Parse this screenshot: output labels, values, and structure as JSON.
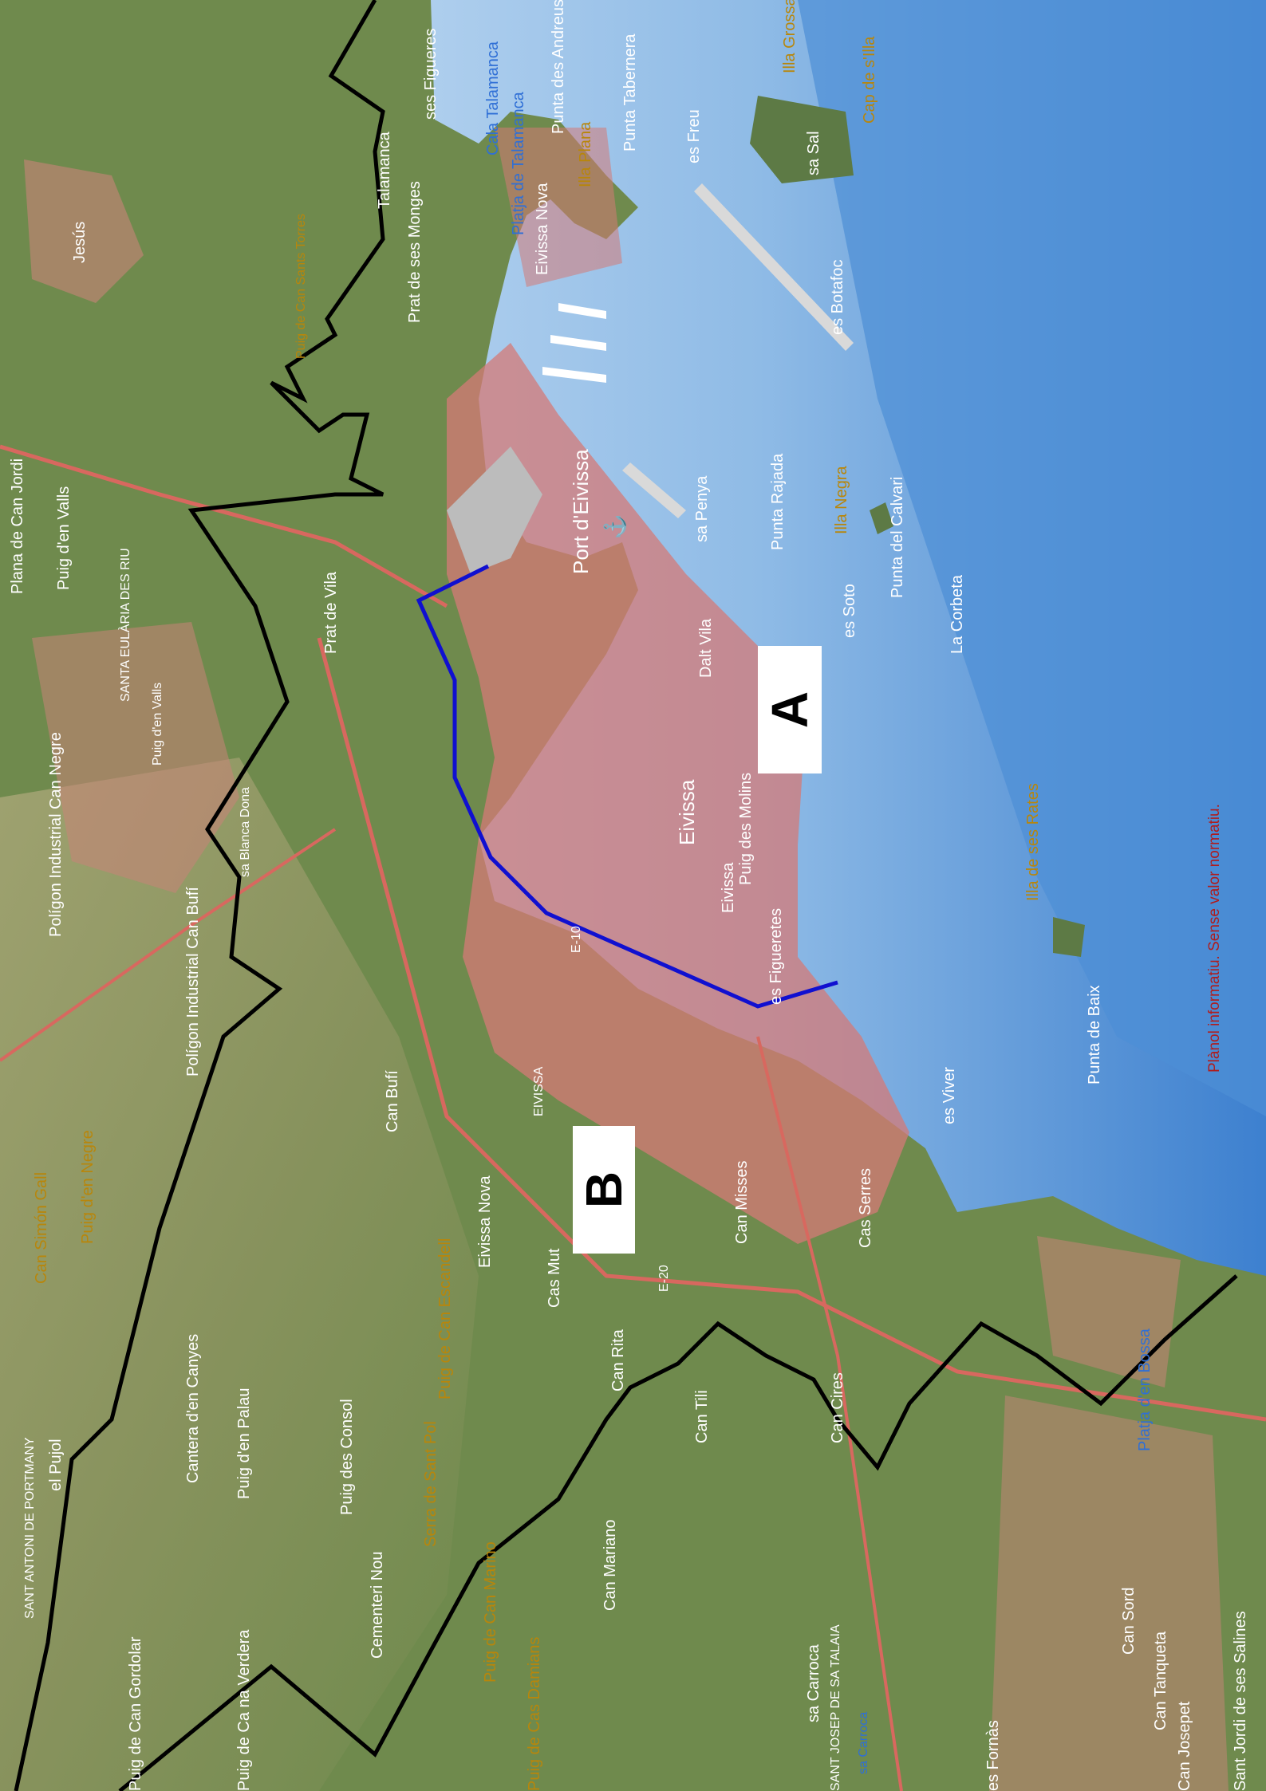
{
  "map": {
    "zones": [
      {
        "id": "zone-a",
        "label": "A"
      },
      {
        "id": "zone-b",
        "label": "B"
      }
    ],
    "disclaimer": "Plànol informatiu. Sense valor normatiu.",
    "anchor_icon": "anchor-icon",
    "colors": {
      "sea_deep": "#3a7fd0",
      "sea_light": "#cfe3f6",
      "land": "#6e8a4c",
      "mountain": "#9a9a6a",
      "urban": "#e0707a",
      "boundary": "#000000",
      "zone_line": "#1010d0",
      "port": "#bdbdbd"
    },
    "labels": [
      {
        "key": "l_cala_talamanca",
        "text": "Cala Talamanca",
        "style": "blue"
      },
      {
        "key": "l_platja_talamanca",
        "text": "Platja de Talamanca",
        "style": "blue"
      },
      {
        "key": "l_punta_andreus",
        "text": "Punta des Andreus",
        "style": "white"
      },
      {
        "key": "l_punta_tabernera",
        "text": "Punta Tabernera",
        "style": "white"
      },
      {
        "key": "l_illa_grossa",
        "text": "Illa Grossa",
        "style": "orange"
      },
      {
        "key": "l_cap_illa",
        "text": "Cap de s'Illa",
        "style": "orange"
      },
      {
        "key": "l_ses_figueres_n",
        "text": "ses Figueres",
        "style": "white"
      },
      {
        "key": "l_illa_plana",
        "text": "Illa Plana",
        "style": "orange"
      },
      {
        "key": "l_eivissa_nova_n",
        "text": "Eivissa Nova",
        "style": "white"
      },
      {
        "key": "l_es_freu",
        "text": "es Freu",
        "style": "white"
      },
      {
        "key": "l_sa_sal",
        "text": "sa Sal",
        "style": "white"
      },
      {
        "key": "l_talamanca",
        "text": "Talamanca",
        "style": "white"
      },
      {
        "key": "l_prat_monges",
        "text": "Prat de ses Monges",
        "style": "white"
      },
      {
        "key": "l_puig_can_sants",
        "text": "Puig de Can Sants Torres",
        "style": "orange"
      },
      {
        "key": "l_jesus",
        "text": "Jesús",
        "style": "white"
      },
      {
        "key": "l_es_botafoc",
        "text": "es Botafoc",
        "style": "white"
      },
      {
        "key": "l_port_eivissa",
        "text": "Port d'Eivissa",
        "style": "white"
      },
      {
        "key": "l_sa_penya",
        "text": "sa Penya",
        "style": "white"
      },
      {
        "key": "l_punta_rajada",
        "text": "Punta Rajada",
        "style": "white"
      },
      {
        "key": "l_illa_negra",
        "text": "Illa Negra",
        "style": "orange"
      },
      {
        "key": "l_punta_calvari",
        "text": "Punta del Calvari",
        "style": "white"
      },
      {
        "key": "l_la_corbeta",
        "text": "La Corbeta",
        "style": "white"
      },
      {
        "key": "l_es_soto",
        "text": "es Soto",
        "style": "white"
      },
      {
        "key": "l_dalt_vila",
        "text": "Dalt Vila",
        "style": "white"
      },
      {
        "key": "l_eivissa_main",
        "text": "Eivissa",
        "style": "white"
      },
      {
        "key": "l_puig_molins",
        "text": "Puig des Molins",
        "style": "white"
      },
      {
        "key": "l_eivissa_2",
        "text": "Eivissa",
        "style": "white"
      },
      {
        "key": "l_ses_figueretes",
        "text": "es Figueretes",
        "style": "white"
      },
      {
        "key": "l_illa_rates",
        "text": "Illa de ses Rates",
        "style": "orange"
      },
      {
        "key": "l_punta_baix",
        "text": "Punta de Baix",
        "style": "white"
      },
      {
        "key": "l_es_vive",
        "text": "es Viver",
        "style": "white"
      },
      {
        "key": "l_prat_vila",
        "text": "Prat de Vila",
        "style": "white"
      },
      {
        "key": "l_plana_can_jordi",
        "text": "Plana de Can Jordi",
        "style": "white"
      },
      {
        "key": "l_puig_valls",
        "text": "Puig d'en Valls",
        "style": "white"
      },
      {
        "key": "l_santa_eularia",
        "text": "SANTA EULÀRIA DES RIU",
        "style": "white"
      },
      {
        "key": "l_puig_valls_2",
        "text": "Puig d'en Valls",
        "style": "white"
      },
      {
        "key": "l_poligon_can_negre",
        "text": "Polígon Industrial Can Negre",
        "style": "white"
      },
      {
        "key": "l_poligon_can_bufi",
        "text": "Polígon Industrial Can Bufí",
        "style": "white"
      },
      {
        "key": "l_sa_blanca_dona",
        "text": "sa Blanca Dona",
        "style": "white"
      },
      {
        "key": "l_can_bufi",
        "text": "Can Bufí",
        "style": "white"
      },
      {
        "key": "l_eivissa_caps",
        "text": "EIVISSA",
        "style": "white"
      },
      {
        "key": "l_eivissa_nova_s",
        "text": "Eivissa Nova",
        "style": "white"
      },
      {
        "key": "l_cas_mut",
        "text": "Cas Mut",
        "style": "white"
      },
      {
        "key": "l_can_misses",
        "text": "Can Misses",
        "style": "white"
      },
      {
        "key": "l_cas_serres",
        "text": "Cas Serres",
        "style": "white"
      },
      {
        "key": "l_can_rita",
        "text": "Can Rita",
        "style": "white"
      },
      {
        "key": "l_can_tili",
        "text": "Can Tili",
        "style": "white"
      },
      {
        "key": "l_can_cires",
        "text": "Can Cires",
        "style": "white"
      },
      {
        "key": "l_platja_bossa",
        "text": "Platja d'en Bossa",
        "style": "blue"
      },
      {
        "key": "l_puig_can_escandell",
        "text": "Puig de Can Escandell",
        "style": "orange"
      },
      {
        "key": "l_can_marino",
        "text": "Can Mariano",
        "style": "white"
      },
      {
        "key": "l_sant_josep",
        "text": "SANT JOSEP DE SA TALAIA",
        "style": "white"
      },
      {
        "key": "l_sa_carroca",
        "text": "sa Carroca",
        "style": "white"
      },
      {
        "key": "l_sa_carroca_2",
        "text": "sa Carroca",
        "style": "blue"
      },
      {
        "key": "l_es_fornas",
        "text": "es Fornàs",
        "style": "white"
      },
      {
        "key": "l_can_sord",
        "text": "Can Sord",
        "style": "white"
      },
      {
        "key": "l_can_tanqueta",
        "text": "Can Tanqueta",
        "style": "white"
      },
      {
        "key": "l_can_josepet",
        "text": "Can Josepet",
        "style": "white"
      },
      {
        "key": "l_sant_jordi",
        "text": "Sant Jordi de ses Salines",
        "style": "white"
      },
      {
        "key": "l_can_sinfon",
        "text": "Can Simón Gall",
        "style": "orange"
      },
      {
        "key": "l_puig_negre",
        "text": "Puig d'en Negre",
        "style": "orange"
      },
      {
        "key": "l_sant_antoni",
        "text": "SANT ANTONI DE PORTMANY",
        "style": "white"
      },
      {
        "key": "l_el_pujol",
        "text": "el Pujol",
        "style": "white"
      },
      {
        "key": "l_cantera",
        "text": "Cantera d'en Canyes",
        "style": "white"
      },
      {
        "key": "l_puig_palau",
        "text": "Puig d'en Palau",
        "style": "white"
      },
      {
        "key": "l_puig_consol",
        "text": "Puig des Consol",
        "style": "white"
      },
      {
        "key": "l_serra_sant_pol",
        "text": "Serra de Sant Pol",
        "style": "orange"
      },
      {
        "key": "l_puig_can_marino",
        "text": "Puig de Can Marino",
        "style": "orange"
      },
      {
        "key": "l_cementeri_nou",
        "text": "Cementeri Nou",
        "style": "white"
      },
      {
        "key": "l_puig_can_damians",
        "text": "Puig de Cas Damians",
        "style": "orange"
      },
      {
        "key": "l_can_gordolar",
        "text": "Puig de Can Gordolar",
        "style": "white"
      },
      {
        "key": "l_ca_na_verdera",
        "text": "Puig de Ca na Verdera",
        "style": "white"
      },
      {
        "key": "l_e10",
        "text": "E-10",
        "style": "white"
      },
      {
        "key": "l_e20",
        "text": "E-20",
        "style": "white"
      }
    ]
  }
}
